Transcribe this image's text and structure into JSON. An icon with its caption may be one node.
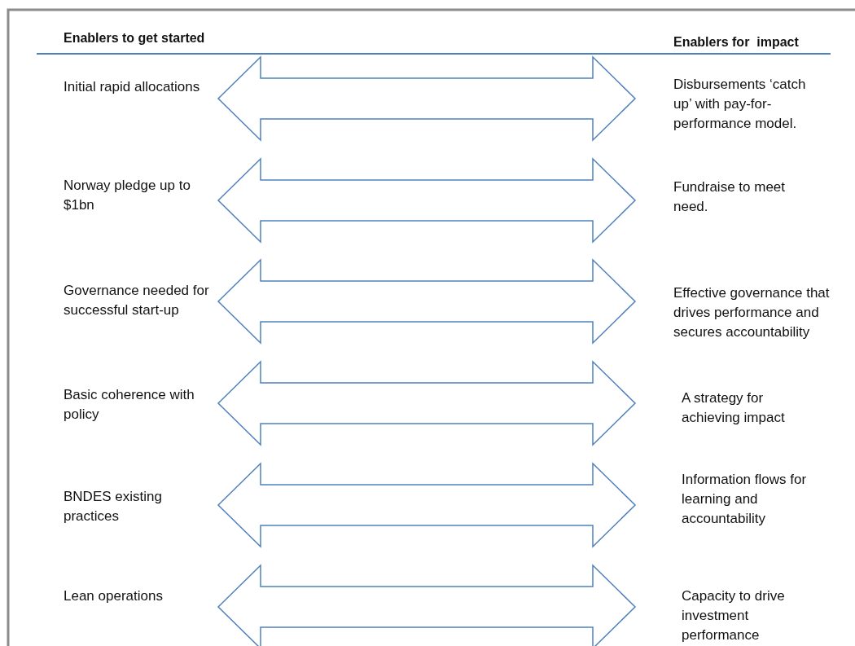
{
  "diagram": {
    "nodes": [
      {
        "text": [
          "Initial rapid allocations"
        ]
      },
      {
        "text": [
          "Norway pledge up to $1bn"
        ]
      },
      {
        "text": [
          "Governance needed for successful start-up"
        ]
      },
      {
        "text": [
          "Basic coherence with policy"
        ]
      },
      {
        "text": [
          "BNDES existing practices"
        ]
      },
      {
        "text": [
          "Lean operations"
        ]
      },
      {
        "text": [
          "Disbursements ‘catch up’ with pay-for-performance model."
        ]
      },
      {
        "text": [
          "Fundraise to meet need."
        ]
      },
      {
        "text": [
          "Effective governance that drives performance and secures accountability"
        ]
      },
      {
        "text": [
          "A strategy for achieving impact"
        ]
      },
      {
        "text": [
          "Information flows for learning and accountability"
        ]
      },
      {
        "text": [
          "Capacity to drive investment performance"
        ]
      }
    ],
    "edges": [
      {
        "from": 0,
        "to": 6,
        "arrow": "both"
      },
      {
        "from": 1,
        "to": 7,
        "arrow": "both"
      },
      {
        "from": 2,
        "to": 8,
        "arrow": "both"
      },
      {
        "from": 3,
        "to": 9,
        "arrow": "both"
      },
      {
        "from": 4,
        "to": 10,
        "arrow": "both"
      },
      {
        "from": 5,
        "to": 11,
        "arrow": "both"
      }
    ],
    "labels": [
      "Enablers to get started",
      "Enablers for  impact"
    ]
  }
}
